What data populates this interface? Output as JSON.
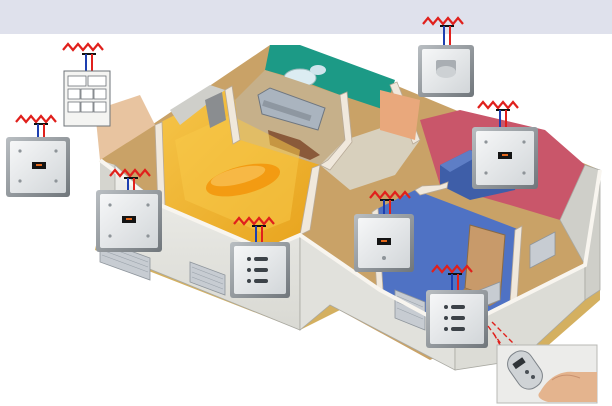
{
  "diagram": {
    "colors": {
      "top_band": "#dfe1ec",
      "floor": "#c9a267",
      "wall_exterior": "#e6e6e2",
      "wall_top": "#f4f1ea",
      "living_room": "#f2b62c",
      "bathroom": "#1c9a86",
      "kitchen": "#c6b08a",
      "bedroom_right": "#c9566a",
      "bedroom_blue": "#4f72c4",
      "corridor": "#d8d0bd",
      "sofa": "#f39b12",
      "yard": "#d4b060",
      "wire_live": "#e0201c",
      "wire_neutral": "#1d3fb0",
      "wire_mast": "#111111",
      "device_face": "#e9ecee",
      "device_frame": "#8e9499",
      "display_dark": "#141414",
      "display_led": "#e2661a"
    },
    "devices": [
      {
        "name": "switch-left-upper",
        "type": "dimmer-switch",
        "icon": "two-button-switch-icon"
      },
      {
        "name": "relay-module",
        "type": "relay",
        "icon": "din-relay-icon"
      },
      {
        "name": "switch-left-lower",
        "type": "dimmer-switch",
        "icon": "two-button-switch-icon"
      },
      {
        "name": "switch-center",
        "type": "scene-keypad",
        "icon": "keypad-icon"
      },
      {
        "name": "motion-sensor",
        "type": "sensor",
        "icon": "motion-sensor-icon"
      },
      {
        "name": "switch-right-upper",
        "type": "dimmer-switch",
        "icon": "two-button-switch-icon"
      },
      {
        "name": "switch-right-middle",
        "type": "dimmer-switch",
        "icon": "one-button-switch-icon"
      },
      {
        "name": "switch-right-lower",
        "type": "scene-keypad",
        "icon": "keypad-icon"
      },
      {
        "name": "remote-control",
        "type": "remote",
        "icon": "remote-control-icon"
      }
    ]
  }
}
